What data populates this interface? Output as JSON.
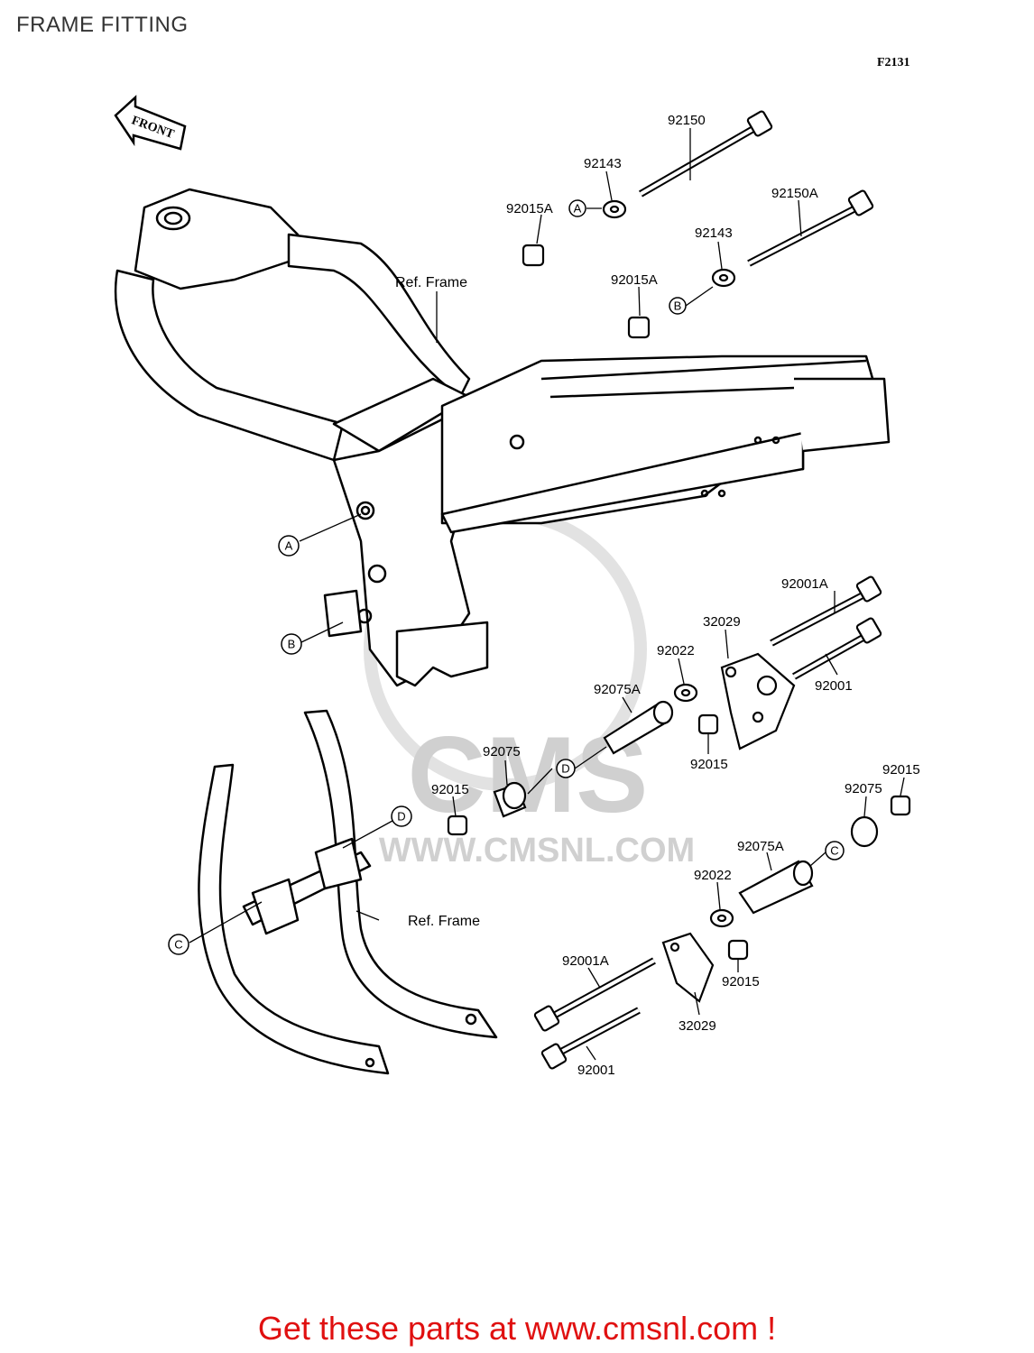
{
  "page": {
    "title": "FRAME FITTING",
    "diagram_code": "F2131",
    "footer_link": "Get these parts at www.cmsnl.com !"
  },
  "watermark": {
    "brand": "CMS",
    "url": "WWW.CMSNL.COM"
  },
  "front_arrow": {
    "label": "FRONT"
  },
  "ref_labels": [
    "Ref. Frame",
    "Ref. Frame"
  ],
  "callout_letters": [
    "A",
    "B",
    "C",
    "D"
  ],
  "part_labels": [
    "92150",
    "92143",
    "92015A",
    "92150A",
    "92143",
    "92015A",
    "92001A",
    "32029",
    "92022",
    "92001",
    "92075A",
    "92075",
    "92015",
    "92015",
    "92015",
    "92075",
    "92075A",
    "92022",
    "92001A",
    "92015",
    "32029",
    "92001"
  ],
  "colors": {
    "line": "#000000",
    "title": "#333333",
    "footer": "#e01010",
    "watermark": "#d0d0d0"
  }
}
